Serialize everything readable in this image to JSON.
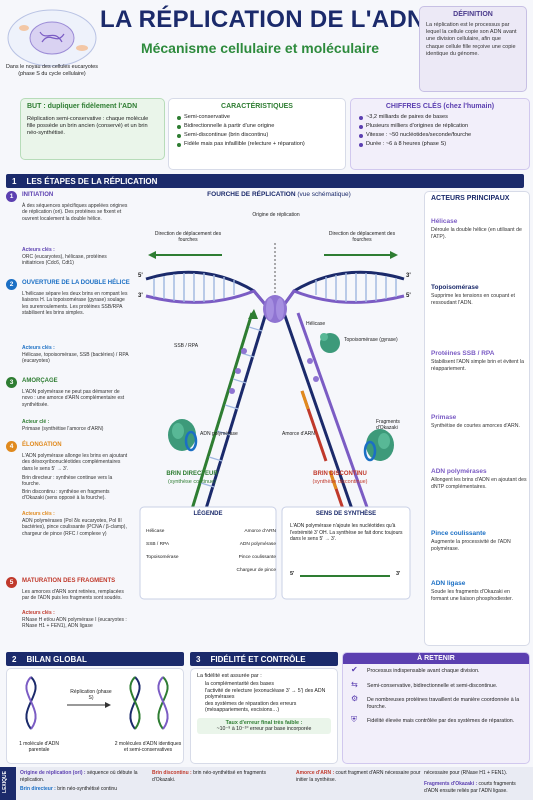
{
  "header": {
    "title": "LA RÉPLICATION DE L'ADN",
    "subtitle": "Mécanisme cellulaire et moléculaire",
    "cell_caption": "Dans le noyau des cellules eucaryotes (phase S du cycle cellulaire)"
  },
  "definition": {
    "title": "DÉFINITION",
    "text": "La réplication est le processus par lequel la cellule copie son ADN avant une division cellulaire, afin que chaque cellule fille reçoive une copie identique du génome."
  },
  "but": {
    "title": "BUT : dupliquer fidèlement l'ADN",
    "text": "Réplication semi-conservative : chaque molécule fille possède un brin ancien (conservé) et un brin néo-synthétisé."
  },
  "caracteristiques": {
    "title": "CARACTÉRISTIQUES",
    "items": [
      "Semi-conservative",
      "Bidirectionnelle à partir d'une origine",
      "Semi-discontinue (brin discontinu)",
      "Fidèle mais pas infaillible (relecture + réparation)"
    ]
  },
  "chiffres": {
    "title": "CHIFFRES CLÉS (chez l'humain)",
    "items": [
      "~3,2 milliards de paires de bases",
      "Plusieurs milliers d'origines de réplication",
      "Vitesse : ~50 nucléotides/seconde/fourche",
      "Durée : ~6 à 8 heures (phase S)"
    ]
  },
  "section1": {
    "num": "1",
    "title": "LES ÉTAPES DE LA RÉPLICATION"
  },
  "steps": [
    {
      "n": "1",
      "title": "INITIATION",
      "text": "À des séquences spécifiques appelées origines de réplication (ori). Des protéines se fixent et ouvrent localement la double hélice.",
      "actors_label": "Acteurs clés :",
      "actors": "ORC (eucaryotes), hélicase, protéines initiatrices (Cdc6, Cdt1)"
    },
    {
      "n": "2",
      "title": "OUVERTURE DE LA DOUBLE HÉLICE",
      "text": "L'hélicase sépare les deux brins en rompant les liaisons H. La topoisomérase (gyrase) soulage les surenroulements. Les protéines SSB/RPA stabilisent les brins simples.",
      "actors_label": "Acteurs clés :",
      "actors": "Hélicase, topoisomérase, SSB (bactéries) / RPA (eucaryotes)"
    },
    {
      "n": "3",
      "title": "AMORÇAGE",
      "text": "L'ADN polymérase ne peut pas démarrer de novo : une amorce d'ARN complémentaire est synthétisée.",
      "actors_label": "Acteur clé :",
      "actors": "Primase (synthétise l'amorce d'ARN)"
    },
    {
      "n": "4",
      "title": "ÉLONGATION",
      "text": "L'ADN polymérase allonge les brins en ajoutant des désoxyribonucléotides complémentaires dans le sens 5' → 3'.",
      "bullets": [
        "Brin directeur : synthèse continue vers la fourche.",
        "Brin discontinu : synthèse en fragments d'Okazaki (sens opposé à la fourche)."
      ],
      "actors_label": "Acteurs clés :",
      "actors": "ADN polymérases (Pol δ/ε eucaryotes, Pol III bactéries), pince coulissante (PCNA / β-clamp), chargeur de pince (RFC / complexe γ)"
    },
    {
      "n": "5",
      "title": "MATURATION DES FRAGMENTS",
      "text": "Les amorces d'ARN sont retirées, remplacées par de l'ADN puis les fragments sont soudés.",
      "actors_label": "Acteurs clés :",
      "actors": "RNase H et/ou ADN polymérase I (eucaryotes : RNase H1 + FEN1), ADN ligase"
    }
  ],
  "fork": {
    "title": "FOURCHE DE RÉPLICATION",
    "title_suffix": "(vue schématique)",
    "origin": "Origine de réplication",
    "dir_left": "Direction de déplacement des fourches",
    "dir_right": "Direction de déplacement des fourches",
    "labels": {
      "helicase": "Hélicase",
      "ssb": "SSB / RPA",
      "topo": "Topoisomérase (gyrase)",
      "pol": "ADN polymérase",
      "amorce": "Amorce d'ARN",
      "okazaki": "Fragments d'Okazaki",
      "five": "5'",
      "three": "3'"
    },
    "leading": "BRIN DIRECTEUR",
    "leading_sub": "(synthèse continue)",
    "lagging": "BRIN DISCONTINU",
    "lagging_sub": "(synthèse discontinue)"
  },
  "legend": {
    "title": "LÉGENDE",
    "items": [
      "Hélicase",
      "Amorce d'ARN",
      "SSB / RPA",
      "ADN polymérase",
      "Pince coulissante",
      "Topoisomérase",
      "Chargeur de pince"
    ]
  },
  "sens": {
    "title": "SENS DE SYNTHÈSE",
    "text": "L'ADN polymérase n'ajoute les nucléotides qu'à l'extrémité 3' OH. La synthèse se fait donc toujours dans le sens 5' → 3'.",
    "five": "5'",
    "three": "3'"
  },
  "actors": {
    "title": "ACTEURS PRINCIPAUX",
    "items": [
      {
        "name": "Hélicase",
        "text": "Déroule la double hélice (en utilisant de l'ATP).",
        "color": "#7b5cc4"
      },
      {
        "name": "Topoisomérase",
        "text": "Supprime les tensions en coupant et ressoudant l'ADN.",
        "color": "#1b2a6b"
      },
      {
        "name": "Protéines SSB / RPA",
        "text": "Stabilisent l'ADN simple brin et évitent la réappariement.",
        "color": "#7b5cc4"
      },
      {
        "name": "Primase",
        "text": "Synthétise de courtes amorces d'ARN.",
        "color": "#7b5cc4"
      },
      {
        "name": "ADN polymérases",
        "text": "Allongent les brins d'ADN en ajoutant des dNTP complémentaires.",
        "color": "#7b5cc4"
      },
      {
        "name": "Pince coulissante",
        "text": "Augmente la processivité de l'ADN polymérase.",
        "color": "#1b6fc4"
      },
      {
        "name": "ADN ligase",
        "text": "Soude les fragments d'Okazaki en formant une liaison phosphodiester.",
        "color": "#1b6fc4"
      }
    ]
  },
  "bilan": {
    "num": "2",
    "title": "BILAN GLOBAL",
    "arrow_label": "Réplication (phase S)",
    "left": "1 molécule d'ADN parentale",
    "right": "2 molécules d'ADN identiques et semi-conservatives"
  },
  "fidelite": {
    "num": "3",
    "title": "FIDÉLITÉ ET CONTRÔLE",
    "intro": "La fidélité est assurée par :",
    "items": [
      "la complémentarité des bases",
      "l'activité de relecture (exonucléase 3' → 5') des ADN polymérases",
      "des systèmes de réparation des erreurs (mésappariements, excisions…)"
    ],
    "rate_title": "Taux d'erreur final très faible :",
    "rate": "~10⁻⁹ à 10⁻¹⁰ erreur par base incorporée"
  },
  "retenir": {
    "title": "À RETENIR",
    "items": [
      "Processus indispensable avant chaque division.",
      "Semi-conservative, bidirectionnelle et semi-discontinue.",
      "De nombreuses protéines travaillent de manière coordonnée à la fourche.",
      "Fidélité élevée mais contrôlée par des systèmes de réparation."
    ]
  },
  "lexique": {
    "label": "LEXIQUE",
    "entries": [
      {
        "term": "Origine de réplication (ori) :",
        "def": "séquence où débute la réplication."
      },
      {
        "term": "Brin directeur :",
        "def": "brin néo-synthétisé continu"
      },
      {
        "term": "Brin discontinu :",
        "def": "brin néo-synthétisé en fragments d'Okazaki."
      },
      {
        "term": "Amorce d'ARN :",
        "def": "court fragment d'ARN nécessaire pour initier la synthèse."
      },
      {
        "term": "Fragments d'Okazaki :",
        "def": "courts fragments d'ADN ensuite reliés par l'ADN ligase."
      },
      {
        "term": "",
        "def": "nécessaire pour (RNase H1 + FEN1)."
      }
    ]
  },
  "colors": {
    "navy": "#1b2a6b",
    "green": "#2e7d32",
    "red": "#c0392b",
    "purple": "#5b3fb0",
    "orange": "#e08a1e",
    "blue": "#1b6fc4"
  }
}
